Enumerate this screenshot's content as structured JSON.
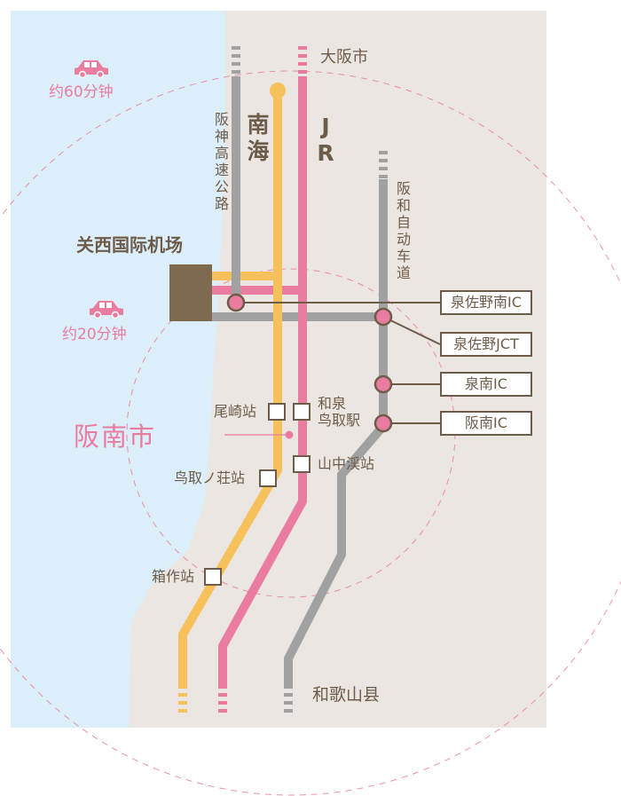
{
  "places": {
    "osaka_city": "大阪市",
    "wakayama": "和歌山县",
    "hannan_city": "阪南市",
    "kansai_airport": "关西国际机场"
  },
  "lines": {
    "hanshin_expressway": "阪神高速公路",
    "nankai": "南海",
    "jr": "JR",
    "hanwa_expressway": "阪和自动车道"
  },
  "drive_times": {
    "far": "约60分钟",
    "near": "约20分钟"
  },
  "interchanges": [
    {
      "label": "泉佐野南IC"
    },
    {
      "label": "泉佐野JCT"
    },
    {
      "label": "泉南IC"
    },
    {
      "label": "阪南IC"
    }
  ],
  "stations": {
    "ozaki": "尾崎站",
    "izumi_toritori": "和泉\n鸟取駅",
    "yamanakadani": "山中渓站",
    "tottorinosho": "鸟取ノ荘站",
    "hakotsukuri": "箱作站"
  },
  "colors": {
    "sea": "#dbeefa",
    "land": "#ebe6e1",
    "nankai": "#f6c05a",
    "jr": "#ea7ca0",
    "expressway": "#a1a1a1",
    "label": "#6e5c4a",
    "airport": "#7e6a4f"
  }
}
